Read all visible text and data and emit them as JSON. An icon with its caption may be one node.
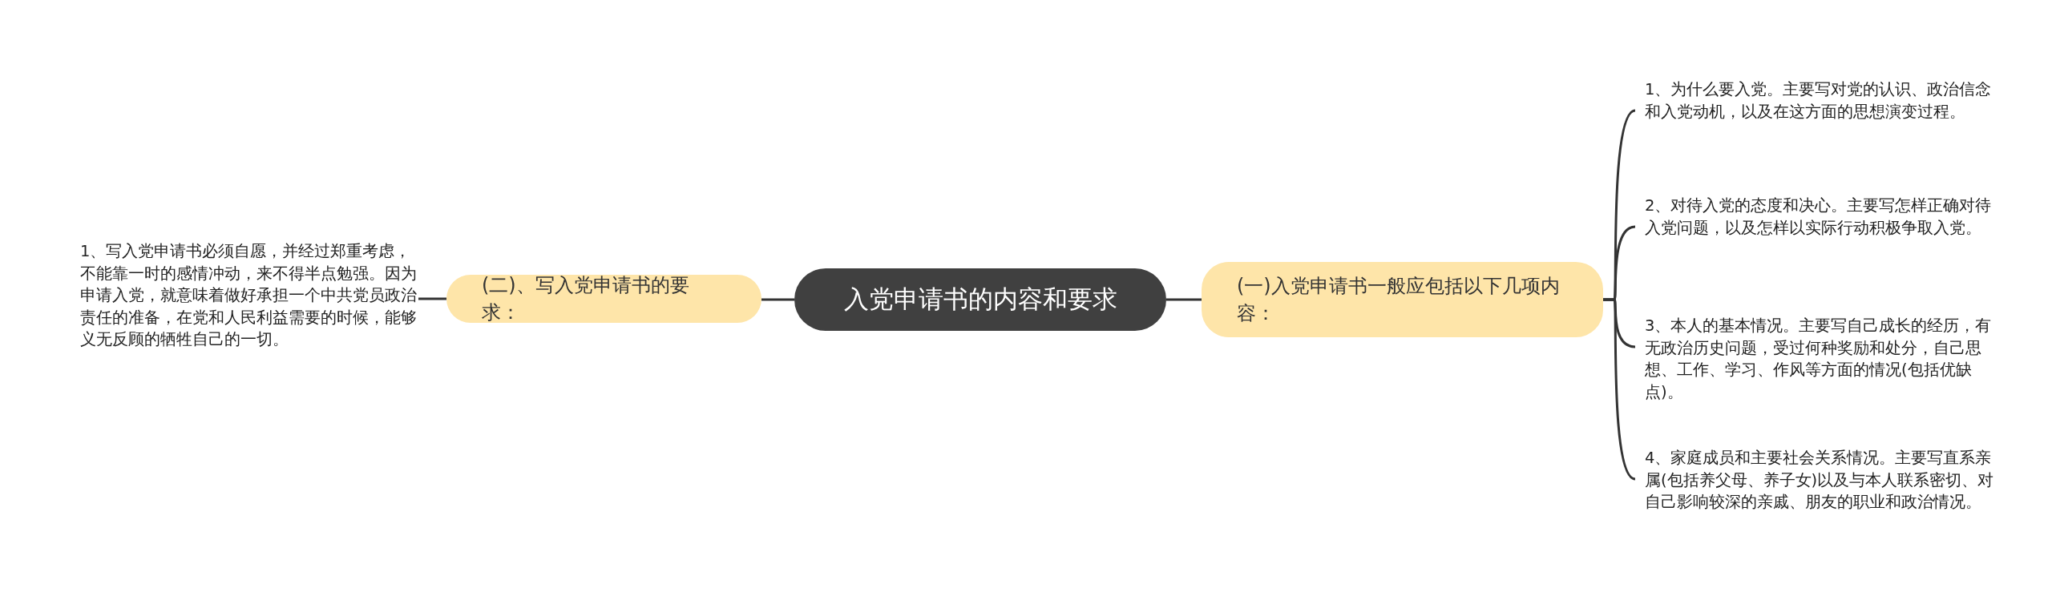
{
  "diagram": {
    "nodes": [
      {
        "text": [
          "入党申请书的内容和要求"
        ]
      },
      {
        "text": [
          "(二)、写入党申请书的要求："
        ]
      },
      {
        "text": [
          "1、写入党申请书必须自愿，并经过郑重考虑，不能靠一时的感情冲动，来不得半点勉强。因为申请入党，就意味着做好承担一个中共党员政治责任的准备，在党和人民利益需要的时候，能够义无反顾的牺牲自己的一切。"
        ]
      },
      {
        "text": [
          "(一)入党申请书一般应包括以下几项内容："
        ]
      },
      {
        "text": [
          "1、为什么要入党。主要写对党的认识、政治信念和入党动机，以及在这方面的思想演变过程。"
        ]
      },
      {
        "text": [
          "2、对待入党的态度和决心。主要写怎样正确对待入党问题，以及怎样以实际行动积极争取入党。"
        ]
      },
      {
        "text": [
          "3、本人的基本情况。主要写自己成长的经历，有无政治历史问题，受过何种奖励和处分，自己思想、工作、学习、作风等方面的情况(包括优缺点)。"
        ]
      },
      {
        "text": [
          "4、家庭成员和主要社会关系情况。主要写直系亲属(包括养父母、养子女)以及与本人联系密切、对自己影响较深的亲戚、朋友的职业和政治情况。"
        ]
      }
    ],
    "edges": [
      {
        "from": 0,
        "to": 1,
        "arrow": "none"
      },
      {
        "from": 1,
        "to": 2,
        "arrow": "none"
      },
      {
        "from": 0,
        "to": 3,
        "arrow": "none"
      },
      {
        "from": 3,
        "to": 4,
        "arrow": "none"
      },
      {
        "from": 3,
        "to": 5,
        "arrow": "none"
      },
      {
        "from": 3,
        "to": 6,
        "arrow": "none"
      },
      {
        "from": 3,
        "to": 7,
        "arrow": "none"
      }
    ]
  }
}
